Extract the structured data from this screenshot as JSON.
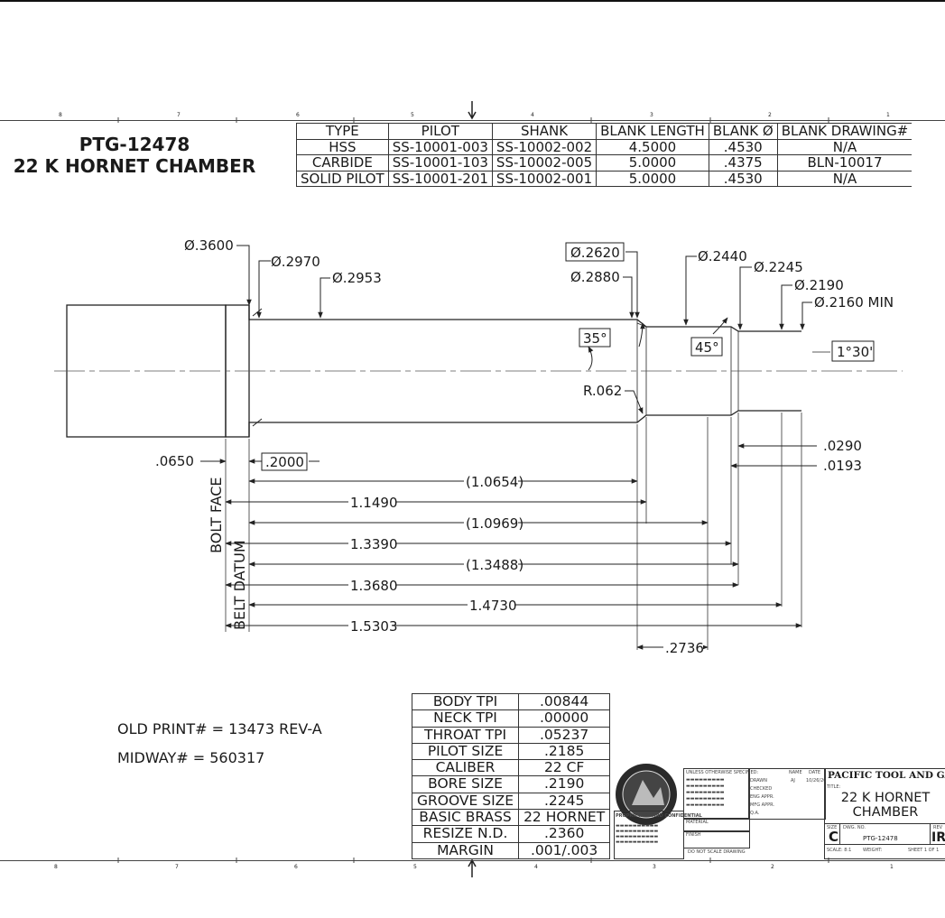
{
  "drawing": {
    "part_number": "PTG-12478",
    "part_name": "22 K HORNET CHAMBER"
  },
  "zone_markers": {
    "top": [
      "8",
      "7",
      "6",
      "5",
      "4",
      "3",
      "2",
      "1"
    ],
    "bottom": [
      "8",
      "7",
      "6",
      "5",
      "4",
      "3",
      "2",
      "1"
    ]
  },
  "tooling_table": {
    "headers": [
      "TYPE",
      "PILOT",
      "SHANK",
      "BLANK LENGTH",
      "BLANK Ø",
      "BLANK DRAWING#"
    ],
    "rows": [
      [
        "HSS",
        "SS-10001-003",
        "SS-10002-002",
        "4.5000",
        ".4530",
        "N/A"
      ],
      [
        "CARBIDE",
        "SS-10001-103",
        "SS-10002-005",
        "5.0000",
        ".4375",
        "BLN-10017"
      ],
      [
        "SOLID PILOT",
        "SS-10001-201",
        "SS-10002-001",
        "5.0000",
        ".4530",
        "N/A"
      ]
    ]
  },
  "diameter_callouts": [
    "Ø.3600",
    "Ø.2970",
    "Ø.2953",
    "Ø.2620",
    "Ø.2880",
    "Ø.2440",
    "Ø.2245",
    "Ø.2190",
    "Ø.2160 MIN"
  ],
  "angle_callouts": [
    "35°",
    "45°",
    "1°30'"
  ],
  "radius_callout": "R.062",
  "datum_labels": [
    "BOLT FACE",
    "BELT DATUM"
  ],
  "linear_dimensions": {
    "bolt_face_offset": ".0650",
    "belt_step": ".2000",
    "right_small_a": ".0290",
    "right_small_b": ".0193",
    "ref_1": "(1.0654)",
    "len_1": "1.1490",
    "ref_2": "(1.0969)",
    "len_2": "1.3390",
    "ref_3": "(1.3488)",
    "len_3": "1.3680",
    "len_4": "1.4730",
    "len_5": "1.5303",
    "neck_length": ".2736"
  },
  "notes": {
    "old_print": "OLD PRINT# = 13473 REV-A",
    "midway": "MIDWAY# = 560317"
  },
  "spec_table": [
    [
      "BODY TPI",
      ".00844"
    ],
    [
      "NECK TPI",
      ".00000"
    ],
    [
      "THROAT TPI",
      ".05237"
    ],
    [
      "PILOT SIZE",
      ".2185"
    ],
    [
      "CALIBER",
      "22 CF"
    ],
    [
      "BORE SIZE",
      ".2190"
    ],
    [
      "GROOVE SIZE",
      ".2245"
    ],
    [
      "BASIC BRASS",
      "22 HORNET"
    ],
    [
      "RESIZE N.D.",
      ".2360"
    ],
    [
      "MARGIN",
      ".001/.003"
    ]
  ],
  "title_block": {
    "company": "PACIFIC TOOL AND GAUGE",
    "title_label": "TITLE:",
    "title": "22 K HORNET CHAMBER",
    "size_label": "SIZE",
    "size": "C",
    "dwg_no_label": "DWG. NO.",
    "dwg_no": "PTG-12478",
    "rev_label": "REV",
    "rev": "IR",
    "scale": "SCALE: 8:1",
    "weight": "WEIGHT:",
    "sheet": "SHEET 1 OF 1",
    "name_header": "NAME",
    "date_header": "DATE",
    "drawn_label": "DRAWN",
    "drawn_name": "AJ",
    "drawn_date": "10/26/20",
    "checked_label": "CHECKED",
    "eng_appr_label": "ENG APPR.",
    "mfg_appr_label": "MFG APPR.",
    "qa_label": "Q.A.",
    "unless_noted": "UNLESS OTHERWISE SPECIFIED:",
    "proprietary": "PROPRIETARY AND CONFIDENTIAL",
    "material_label": "MATERIAL",
    "finish_label": "FINISH",
    "no_scale": "DO NOT SCALE DRAWING"
  }
}
